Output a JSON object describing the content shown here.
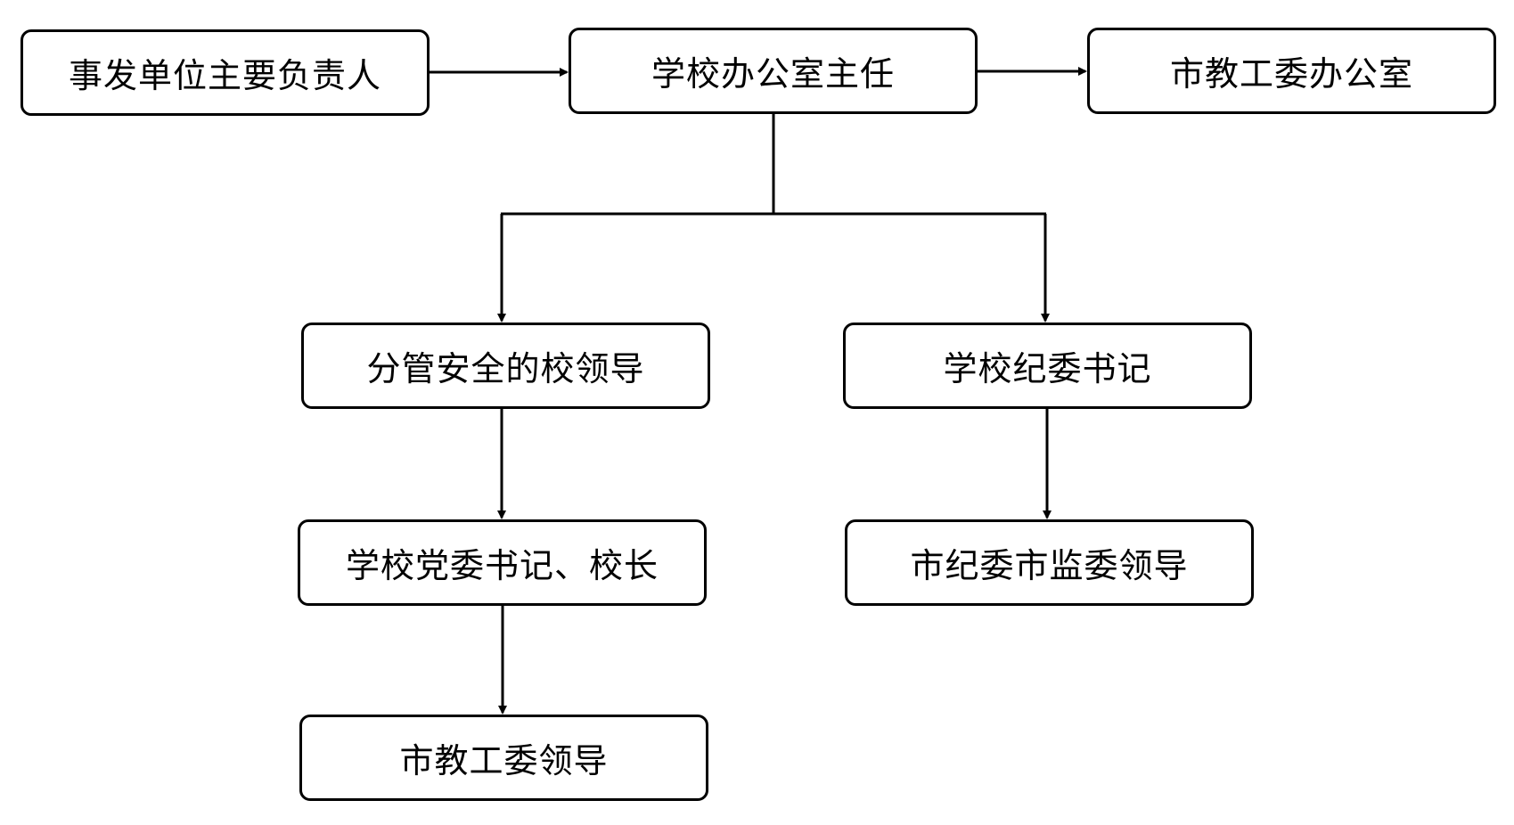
{
  "diagram": {
    "nodes": {
      "incident_unit_head": "事发单位主要负责人",
      "school_office_director": "学校办公室主任",
      "municipal_education_office": "市教工委办公室",
      "safety_school_leader": "分管安全的校领导",
      "school_discipline_secretary": "学校纪委书记",
      "party_secretary_principal": "学校党委书记、校长",
      "municipal_discipline_leaders": "市纪委市监委领导",
      "municipal_education_leaders": "市教工委领导"
    },
    "edges": [
      [
        "incident_unit_head",
        "school_office_director"
      ],
      [
        "school_office_director",
        "municipal_education_office"
      ],
      [
        "school_office_director",
        "safety_school_leader"
      ],
      [
        "school_office_director",
        "school_discipline_secretary"
      ],
      [
        "safety_school_leader",
        "party_secretary_principal"
      ],
      [
        "school_discipline_secretary",
        "municipal_discipline_leaders"
      ],
      [
        "party_secretary_principal",
        "municipal_education_leaders"
      ]
    ],
    "colors": {
      "stroke": "#000000",
      "fill": "#ffffff",
      "text": "#000000"
    }
  }
}
